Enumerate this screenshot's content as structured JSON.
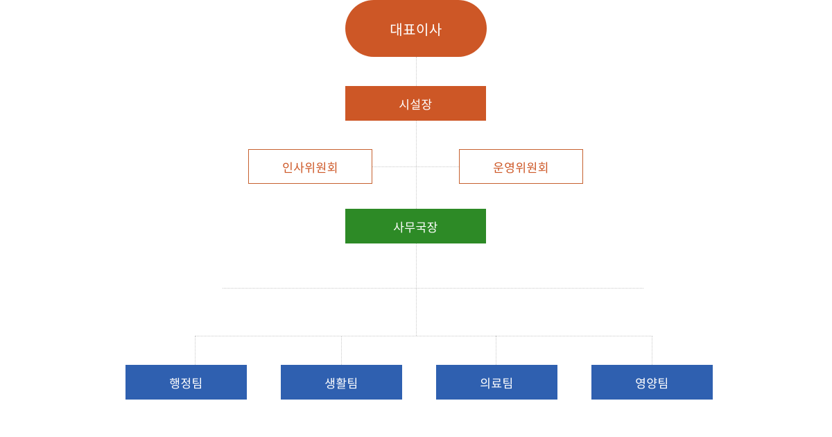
{
  "org": {
    "ceo": "대표이사",
    "director": "시설장",
    "committees": [
      "인사위원회",
      "운영위원회"
    ],
    "secretary_general": "사무국장",
    "teams": [
      "행정팀",
      "생활팀",
      "의료팀",
      "영양팀"
    ]
  },
  "colors": {
    "orange": "#cd5726",
    "green": "#2d8a26",
    "blue": "#2f60b0",
    "connector": "#c8c8c8"
  }
}
